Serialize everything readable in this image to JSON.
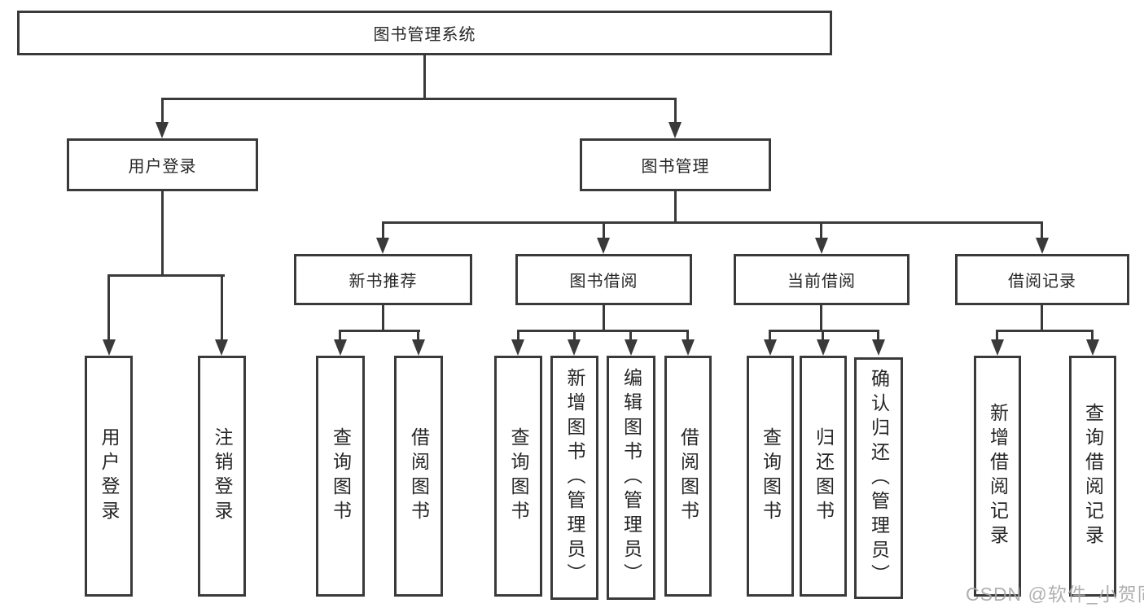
{
  "tree": {
    "root": "图书管理系统",
    "branches": [
      {
        "label": "用户登录",
        "children": [
          "用户登录",
          "注销登录"
        ]
      },
      {
        "label": "图书管理",
        "children": [
          {
            "label": "新书推荐",
            "children": [
              "查询图书",
              "借阅图书"
            ]
          },
          {
            "label": "图书借阅",
            "children": [
              "查询图书",
              "新增图书（管理员）",
              "编辑图书（管理员）",
              "借阅图书"
            ]
          },
          {
            "label": "当前借阅",
            "children": [
              "查询图书",
              "归还图书",
              "确认归还（管理员）"
            ]
          },
          {
            "label": "借阅记录",
            "children": [
              "新增借阅记录",
              "查询借阅记录"
            ]
          }
        ]
      }
    ]
  },
  "watermark": "CSDN @软件_小贺同学",
  "colors": {
    "line": "#3a3a3a",
    "box_border": "#3a3a3a",
    "text": "#262626",
    "background": "#ffffff",
    "watermark": "#a8a8a8"
  }
}
